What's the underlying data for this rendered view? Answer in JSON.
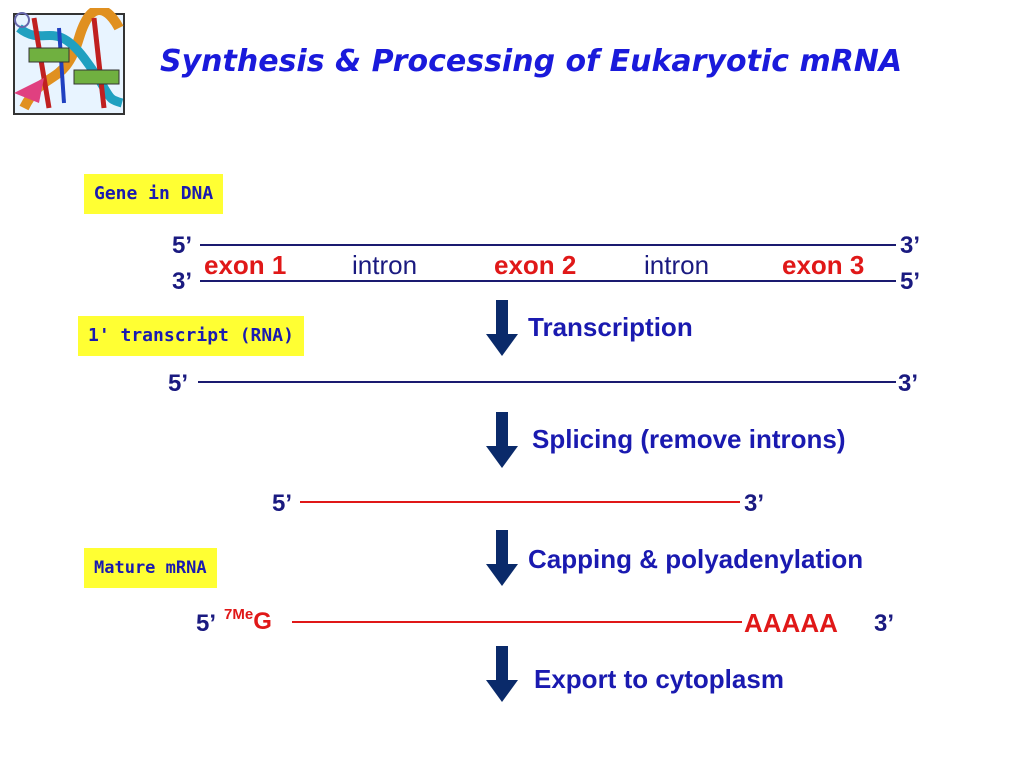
{
  "title": "Synthesis & Processing of Eukaryotic mRNA",
  "labels": {
    "gene_in_dna": "Gene in DNA",
    "primary_transcript": "1' transcript (RNA)",
    "mature_mrna": "Mature mRNA"
  },
  "dna": {
    "top_left": "5’",
    "top_right": "3’",
    "bottom_left": "3’",
    "bottom_right": "5’",
    "regions": [
      "exon 1",
      "intron",
      "exon 2",
      "intron",
      "exon 3"
    ]
  },
  "steps": {
    "transcription": "Transcription",
    "splicing": "Splicing (remove introns)",
    "capping": "Capping & polyadenylation",
    "export": "Export to cytoplasm"
  },
  "rna": {
    "left": "5’",
    "right": "3’"
  },
  "spliced": {
    "left": "5’",
    "right": "3’"
  },
  "mature": {
    "left": "5’",
    "cap_sup": "7Me",
    "cap": "G",
    "tail": "AAAAA",
    "right": "3’"
  },
  "icon": "dna-clipart-icon",
  "colors": {
    "title": "#1a1adb",
    "exon": "#e01818",
    "label_bg": "#ffff33",
    "arrow": "#0a2a6a"
  }
}
